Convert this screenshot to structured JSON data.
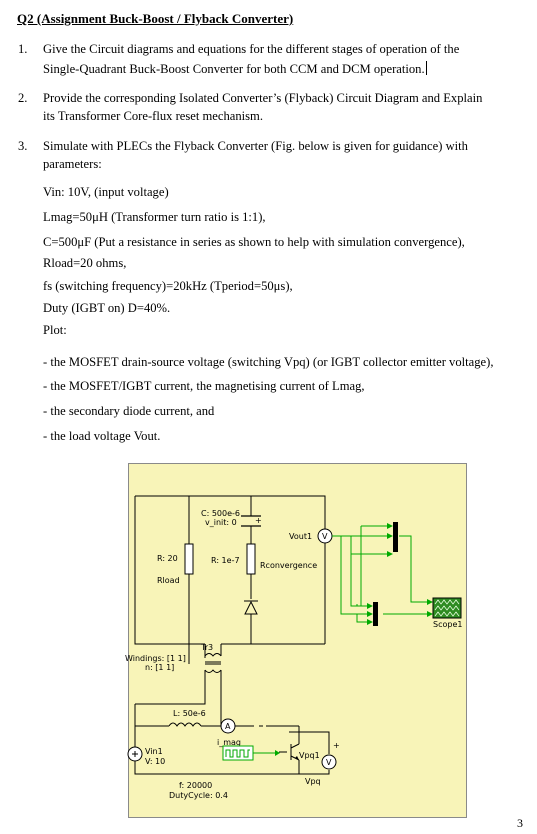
{
  "title": "Q2 (Assignment Buck-Boost / Flyback Converter)",
  "items": [
    {
      "num": "1.",
      "lines": [
        "Give the Circuit diagrams and equations for the different stages of operation of the",
        "Single-Quadrant Buck-Boost Converter for both CCM and DCM operation."
      ]
    },
    {
      "num": "2.",
      "lines": [
        "Provide the corresponding Isolated Converter’s (Flyback) Circuit Diagram and Explain",
        "its Transformer Core-flux reset mechanism."
      ]
    },
    {
      "num": "3.",
      "lines": [
        "Simulate with PLECs the Flyback Converter (Fig. below is given for guidance) with",
        "parameters:"
      ]
    }
  ],
  "params": [
    "Vin: 10V, (input voltage)",
    "Lmag=50μH (Transformer turn ratio is 1:1),",
    "C=500μF     (Put a resistance in series as shown to help with simulation convergence),",
    "Rload=20 ohms,",
    "fs (switching frequency)=20kHz (Tperiod=50μs),",
    "Duty (IGBT on) D=40%.",
    "Plot:"
  ],
  "plots": [
    "- the MOSFET drain-source voltage (switching Vpq) (or IGBT collector emitter voltage),",
    "- the MOSFET/IGBT current, the magnetising current of Lmag,",
    "- the secondary diode current, and",
    "- the load voltage Vout."
  ],
  "circuit": {
    "cap_label": "C: 500e-6",
    "cap_init": "v_init: 0",
    "r_conv_label": "R: 1e-7",
    "r_conv_name": "Rconvergence",
    "r_load_label": "R: 20",
    "r_load_name": "Rload",
    "vout_name": "Vout1",
    "volt_symbol": "V",
    "amp_symbol": "A",
    "scope_name": "Scope1",
    "tr_name": "Tr3",
    "windings_label": "Windings: [1 1]",
    "n_label": "n: [1 1]",
    "l_label": "L: 50e-6",
    "imag_name": "i_mag",
    "vin_name": "Vin1",
    "vin_value": "V: 10",
    "pulse_f": "f: 20000",
    "pulse_duty": "DutyCycle: 0.4",
    "vpq_meter": "Vpq1",
    "vpq_name": "Vpq",
    "plus": "+"
  },
  "page_number": "3",
  "colors": {
    "figure_bg": "#f8f4b8",
    "signal": "#00aa00",
    "scope": "#2e8b22"
  }
}
